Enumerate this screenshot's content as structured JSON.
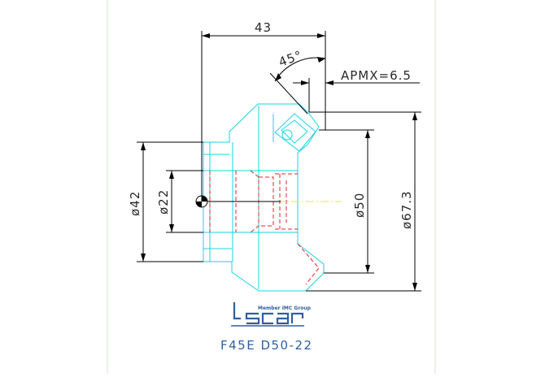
{
  "dimensions": {
    "length_43": "43",
    "angle_45": "45°",
    "apmx": "APMX=6.5",
    "dia_42": "ø42",
    "dia_22": "ø22",
    "dia_50": "ø50",
    "dia_67": "ø67.3"
  },
  "logo": {
    "tagline": "Member IMC Group",
    "brand_text": "iscar"
  },
  "part_designation": "F45E D50-22",
  "colors": {
    "dimension_line": "#000000",
    "outline": "#19d3e6",
    "hidden_detail": "#e8202a",
    "centerline": "#e8e060",
    "logo_blue": "#2f5fa0",
    "frame_border": "#d8e6d0"
  }
}
